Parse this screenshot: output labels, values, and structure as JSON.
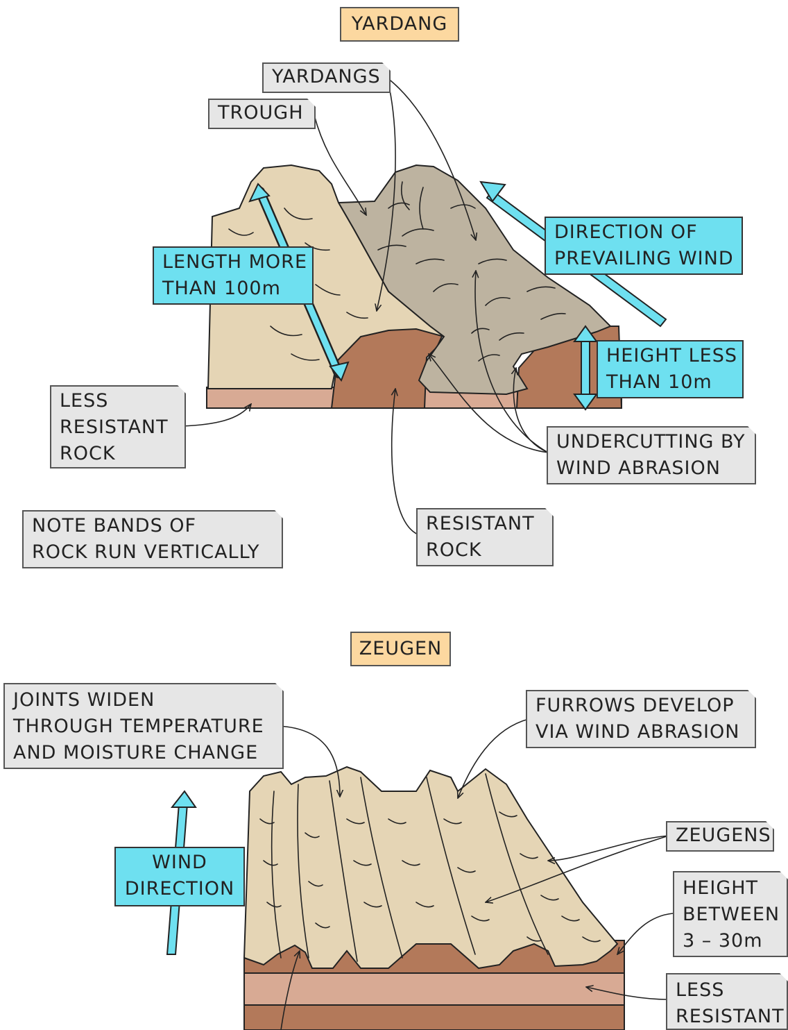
{
  "yardang": {
    "title": "YARDANG",
    "labels": {
      "yardangs": "YARDANGS",
      "trough": "TROUGH",
      "length": [
        "LENGTH MORE",
        "THAN 100m"
      ],
      "wind_direction": [
        "DIRECTION OF",
        "PREVAILING WIND"
      ],
      "height": [
        "HEIGHT LESS",
        "THAN 10m"
      ],
      "less_resistant": [
        "LESS",
        "RESISTANT",
        "ROCK"
      ],
      "undercutting": [
        "UNDERCUTTING BY",
        "WIND ABRASION"
      ],
      "resistant": [
        "RESISTANT",
        "ROCK"
      ],
      "note": [
        "NOTE BANDS OF",
        "ROCK RUN VERTICALLY"
      ]
    }
  },
  "zeugen": {
    "title": "ZEUGEN",
    "labels": {
      "joints": [
        "JOINTS WIDEN",
        "THROUGH TEMPERATURE",
        "AND MOISTURE CHANGE"
      ],
      "furrows": [
        "FURROWS DEVELOP",
        "VIA WIND ABRASION"
      ],
      "wind": [
        "WIND",
        "DIRECTION"
      ],
      "zeugens": "ZEUGENS",
      "height": [
        "HEIGHT",
        "BETWEEN",
        "3 – 30m"
      ],
      "less_resistant": [
        "LESS",
        "RESISTANT"
      ]
    }
  },
  "colors": {
    "pale_rock": "#e5d5b5",
    "grey_rock": "#bdb3a0",
    "resistant_rock": "#b3795a",
    "less_resistant_band": "#d8aa94",
    "arrow_blue": "#6ee0f0",
    "callout_grey": "#e6e6e6",
    "title_tan": "#fcd8a0"
  }
}
